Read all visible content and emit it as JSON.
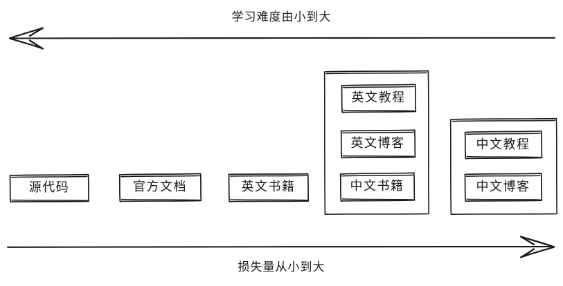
{
  "diagram": {
    "title_top": "学习难度由小到大",
    "title_bottom": "损失量从小到大",
    "style": "hand-drawn sketch",
    "background_color": "#ffffff",
    "stroke_color": "#1a1a1a",
    "axes": [
      {
        "name": "difficulty-axis",
        "label": "学习难度由小到大",
        "direction": "left",
        "position": "top"
      },
      {
        "name": "loss-axis",
        "label": "损失量从小到大",
        "direction": "right",
        "position": "bottom"
      }
    ],
    "nodes": [
      {
        "id": "source-code",
        "label": "源代码",
        "column": 1
      },
      {
        "id": "official-docs",
        "label": "官方文档",
        "column": 2
      },
      {
        "id": "english-books",
        "label": "英文书籍",
        "column": 3
      },
      {
        "id": "english-tutorials",
        "label": "英文教程",
        "column": 4
      },
      {
        "id": "english-blogs",
        "label": "英文博客",
        "column": 4
      },
      {
        "id": "chinese-books",
        "label": "中文书籍",
        "column": 4
      },
      {
        "id": "chinese-tutorials",
        "label": "中文教程",
        "column": 5
      },
      {
        "id": "chinese-blogs",
        "label": "中文博客",
        "column": 5
      }
    ],
    "groups": [
      {
        "id": "group-middle",
        "members": [
          "英文教程",
          "英文博客",
          "中文书籍"
        ]
      },
      {
        "id": "group-right",
        "members": [
          "中文教程",
          "中文博客"
        ]
      }
    ]
  }
}
